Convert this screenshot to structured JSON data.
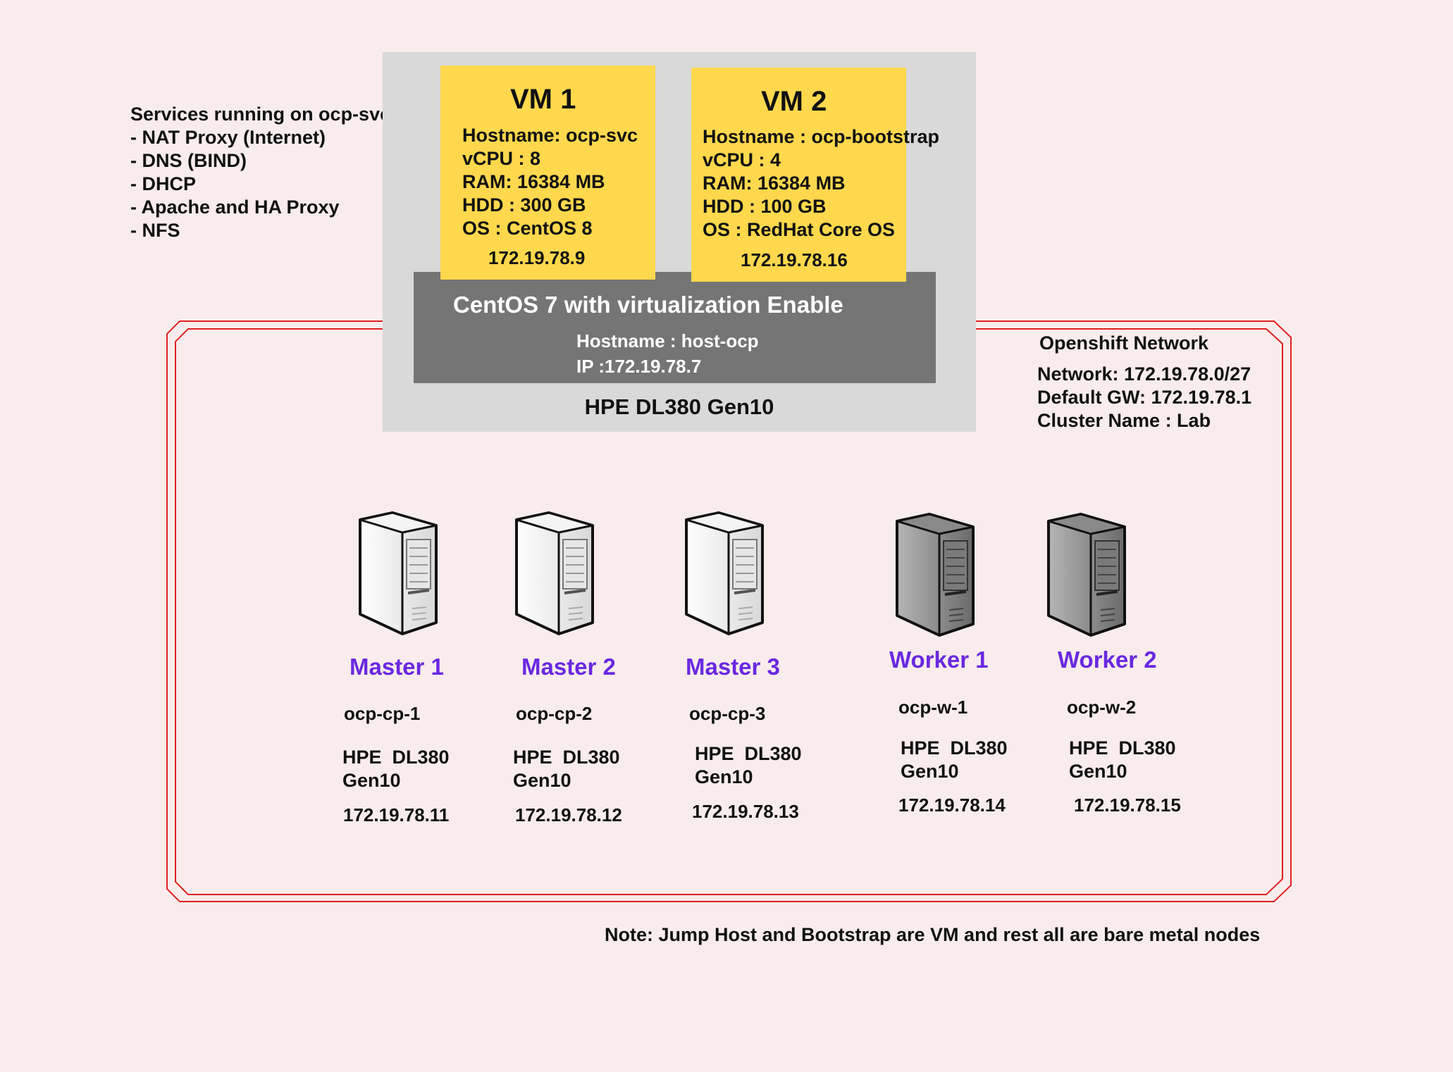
{
  "services": {
    "title": "Services running on ocp-svc",
    "items": [
      "- NAT Proxy (Internet)",
      "- DNS (BIND)",
      "- DHCP",
      "- Apache and HA Proxy",
      "- NFS"
    ]
  },
  "vm1": {
    "title": "VM 1",
    "lines": [
      "Hostname: ocp-svc",
      "vCPU : 8",
      "RAM: 16384 MB",
      "HDD : 300 GB",
      "OS : CentOS 8"
    ],
    "ip": "172.19.78.9"
  },
  "vm2": {
    "title": "VM 2",
    "lines": [
      "Hostname : ocp-bootstrap",
      "vCPU : 4",
      "RAM: 16384 MB",
      "HDD : 100 GB",
      "OS : RedHat Core OS"
    ],
    "ip": "172.19.78.16"
  },
  "hypervisor": {
    "title": "CentOS 7 with virtualization Enable",
    "hostname": "Hostname : host-ocp",
    "ip": "IP :172.19.78.7"
  },
  "host_label": "HPE DL380 Gen10",
  "network": {
    "title": "Openshift Network",
    "lines": [
      "Network: 172.19.78.0/27",
      "Default GW: 172.19.78.1",
      "Cluster Name : Lab"
    ]
  },
  "nodes": [
    {
      "name": "Master 1",
      "hostname": "ocp-cp-1",
      "model1": "HPE  DL380",
      "model2": "Gen10",
      "ip": "172.19.78.11",
      "icon": "server-light-icon"
    },
    {
      "name": "Master 2",
      "hostname": "ocp-cp-2",
      "model1": "HPE  DL380",
      "model2": "Gen10",
      "ip": "172.19.78.12",
      "icon": "server-light-icon"
    },
    {
      "name": "Master 3",
      "hostname": "ocp-cp-3",
      "model1": "HPE  DL380",
      "model2": "Gen10",
      "ip": "172.19.78.13",
      "icon": "server-light-icon"
    },
    {
      "name": "Worker 1",
      "hostname": "ocp-w-1",
      "model1": "HPE  DL380",
      "model2": "Gen10",
      "ip": "172.19.78.14",
      "icon": "server-dark-icon"
    },
    {
      "name": "Worker 2",
      "hostname": "ocp-w-2",
      "model1": "HPE  DL380",
      "model2": "Gen10",
      "ip": "172.19.78.15",
      "icon": "server-dark-icon"
    }
  ],
  "note": "Note: Jump Host and Bootstrap are VM and rest all are bare metal nodes",
  "colors": {
    "background": "#f9ecec",
    "vm_fill": "#ffd84d",
    "hypervisor_fill": "#757575",
    "host_fill": "#d9d9d9",
    "network_border": "#e02020",
    "node_label": "#6a28e0"
  }
}
